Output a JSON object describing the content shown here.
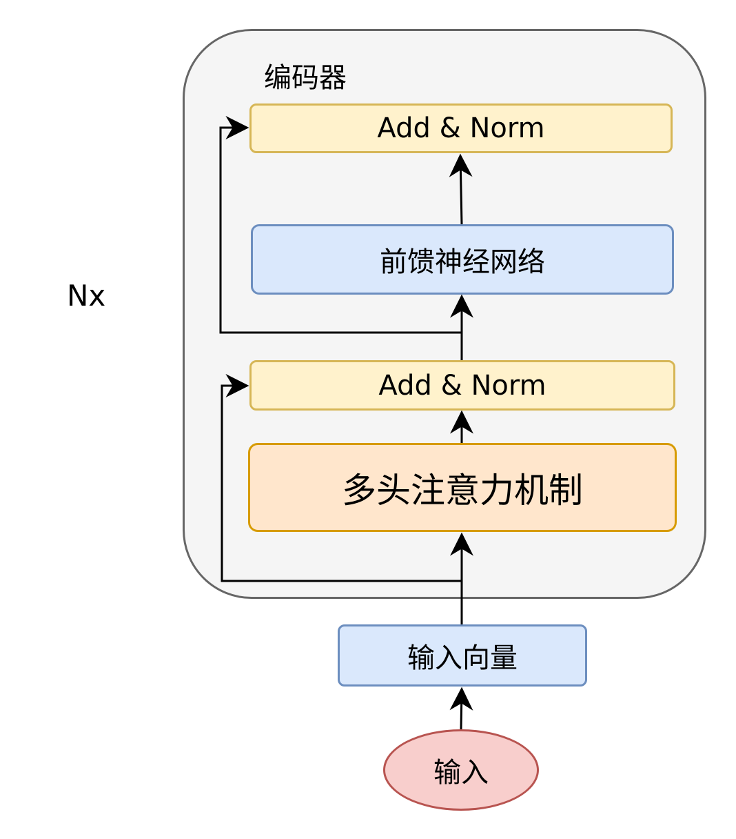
{
  "nodes": {
    "repeat_label": "Nx",
    "encoder_title": "编码器",
    "add_norm_top": "Add & Norm",
    "feed_forward": "前馈神经网络",
    "add_norm_bottom": "Add & Norm",
    "multi_head_attention": "多头注意力机制",
    "input_vector": "输入向量",
    "input": "输入"
  },
  "colors": {
    "encoder_fill": "#f5f5f5",
    "encoder_stroke": "#666666",
    "add_norm_fill": "#fff2cc",
    "add_norm_stroke": "#d6b656",
    "blue_fill": "#dae8fc",
    "blue_stroke": "#6c8ebf",
    "attention_fill": "#ffe6cc",
    "attention_stroke": "#d79b00",
    "input_fill": "#f8cecc",
    "input_stroke": "#b85450"
  }
}
